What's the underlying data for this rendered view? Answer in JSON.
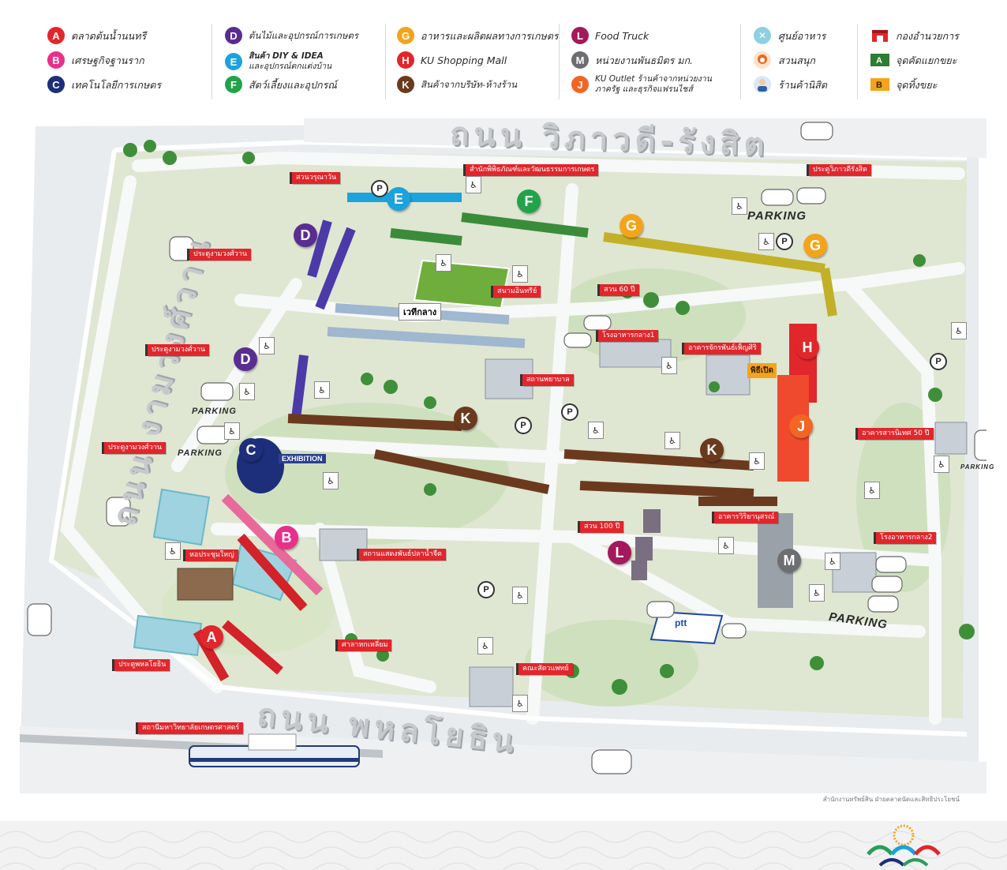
{
  "legend": {
    "col1": [
      {
        "badge": "A",
        "color": "#e1262c",
        "label": "ตลาดต้นน้ำนนทรี"
      },
      {
        "badge": "B",
        "color": "#e8308a",
        "label": "เศรษฐกิจฐานราก"
      },
      {
        "badge": "C",
        "color": "#1d2f7a",
        "label": "เทคโนโลยีการเกษตร"
      }
    ],
    "col2": [
      {
        "badge": "D",
        "color": "#5a2d91",
        "label": "ต้นไม้และอุปกรณ์การเกษตร"
      },
      {
        "badge": "E",
        "color": "#1aa3dd",
        "label": "สินค้า DIY & IDEA",
        "label2": "และอุปกรณ์ตกแต่งบ้าน"
      },
      {
        "badge": "F",
        "color": "#22a34a",
        "label": "สัตว์เลี้ยงและอุปกรณ์"
      }
    ],
    "col3": [
      {
        "badge": "G",
        "color": "#f3a41b",
        "label": "อาหารและผลิตผลทางการเกษตร"
      },
      {
        "badge": "H",
        "color": "#e1262c",
        "label": "KU Shopping Mall"
      },
      {
        "badge": "K",
        "color": "#6b3a1e",
        "label": "สินค้าจากบริษัท-ห้างร้าน"
      }
    ],
    "col4": [
      {
        "badge": "L",
        "color": "#a3195b",
        "label": "Food Truck"
      },
      {
        "badge": "M",
        "color": "#6d6e71",
        "label": "หน่วยงานพันธมิตร มก."
      },
      {
        "badge": "J",
        "color": "#f26522",
        "label": "KU Outlet ร้านค้าจากหน่วยงาน",
        "label2": "ภาครัฐ และธุรกิจแฟรนไชส์"
      }
    ],
    "col5": [
      {
        "icon": "food-court-icon",
        "label": "ศูนย์อาหาร"
      },
      {
        "icon": "amusement-icon",
        "label": "สวนสนุก"
      },
      {
        "icon": "student-shop-icon",
        "label": "ร้านค้านิสิต"
      }
    ],
    "col6": [
      {
        "icon": "office-icon",
        "label": "กองอำนวยการ"
      },
      {
        "icon": "waste-sorting-icon",
        "label": "จุดคัดแยกขยะ",
        "flag": "A"
      },
      {
        "icon": "trash-point-icon",
        "label": "จุดทิ้งขยะ",
        "flag": "B"
      }
    ]
  },
  "roads": {
    "north": "ถนน วิภาวดี-รังสิต",
    "south": "ถนน พหลโยธิน",
    "west": "ถนน งามวงศ์วาน"
  },
  "tags": {
    "museum": "สำนักพิพิธภัณฑ์และวัฒนธรรมการเกษตร",
    "suanrukkawan": "สวนวรุณาวัน",
    "gate_vibhavadi": "ประตูวิภาวดีรังสิต",
    "gate3": "ประตูงามวงศ์วาน",
    "gate2": "ประตูงามวงศ์วาน",
    "gate1": "ประตูงามวงศ์วาน",
    "stadium": "สนามอินทรีย์",
    "suan60": "สวน 60 ปี",
    "central_cafeteria1": "โรงอาหารกลาง1",
    "jakrabhan": "อาคารจักรพันธ์เพ็ญศิริ",
    "hospital": "สถานพยาบาล",
    "building50": "อาคารสารนิเทศ 50 ปี",
    "suan100": "สวน 100 ปี",
    "sathaphorn": "อาคารวิริยานุสรณ์",
    "central_cafeteria2": "โรงอาหารกลาง2",
    "auditorium": "หอประชุมใหญ่",
    "fisheries": "สถานแสดงพันธ์ปลาน้ำจืด",
    "pavilion": "ศาลาหกเหลี่ยม",
    "gate_phahon": "ประตูพหลโยธิน",
    "vet": "คณะสัตวแพทย์",
    "bts": "สถานีมหาวิทยาลัยเกษตรศาสตร์"
  },
  "map_labels": {
    "wethi_klang": "เวทีกลาง",
    "exhibition": "EXHIBITION",
    "opening": "พิธีเปิด",
    "ptt": "ptt",
    "parking": "PARKING",
    "parking_small": "PARKING"
  },
  "footer": {
    "credit": "สำนักงานทรัพย์สิน ฝ่ายตลาดนัดและสิทธิประโยชน์"
  }
}
